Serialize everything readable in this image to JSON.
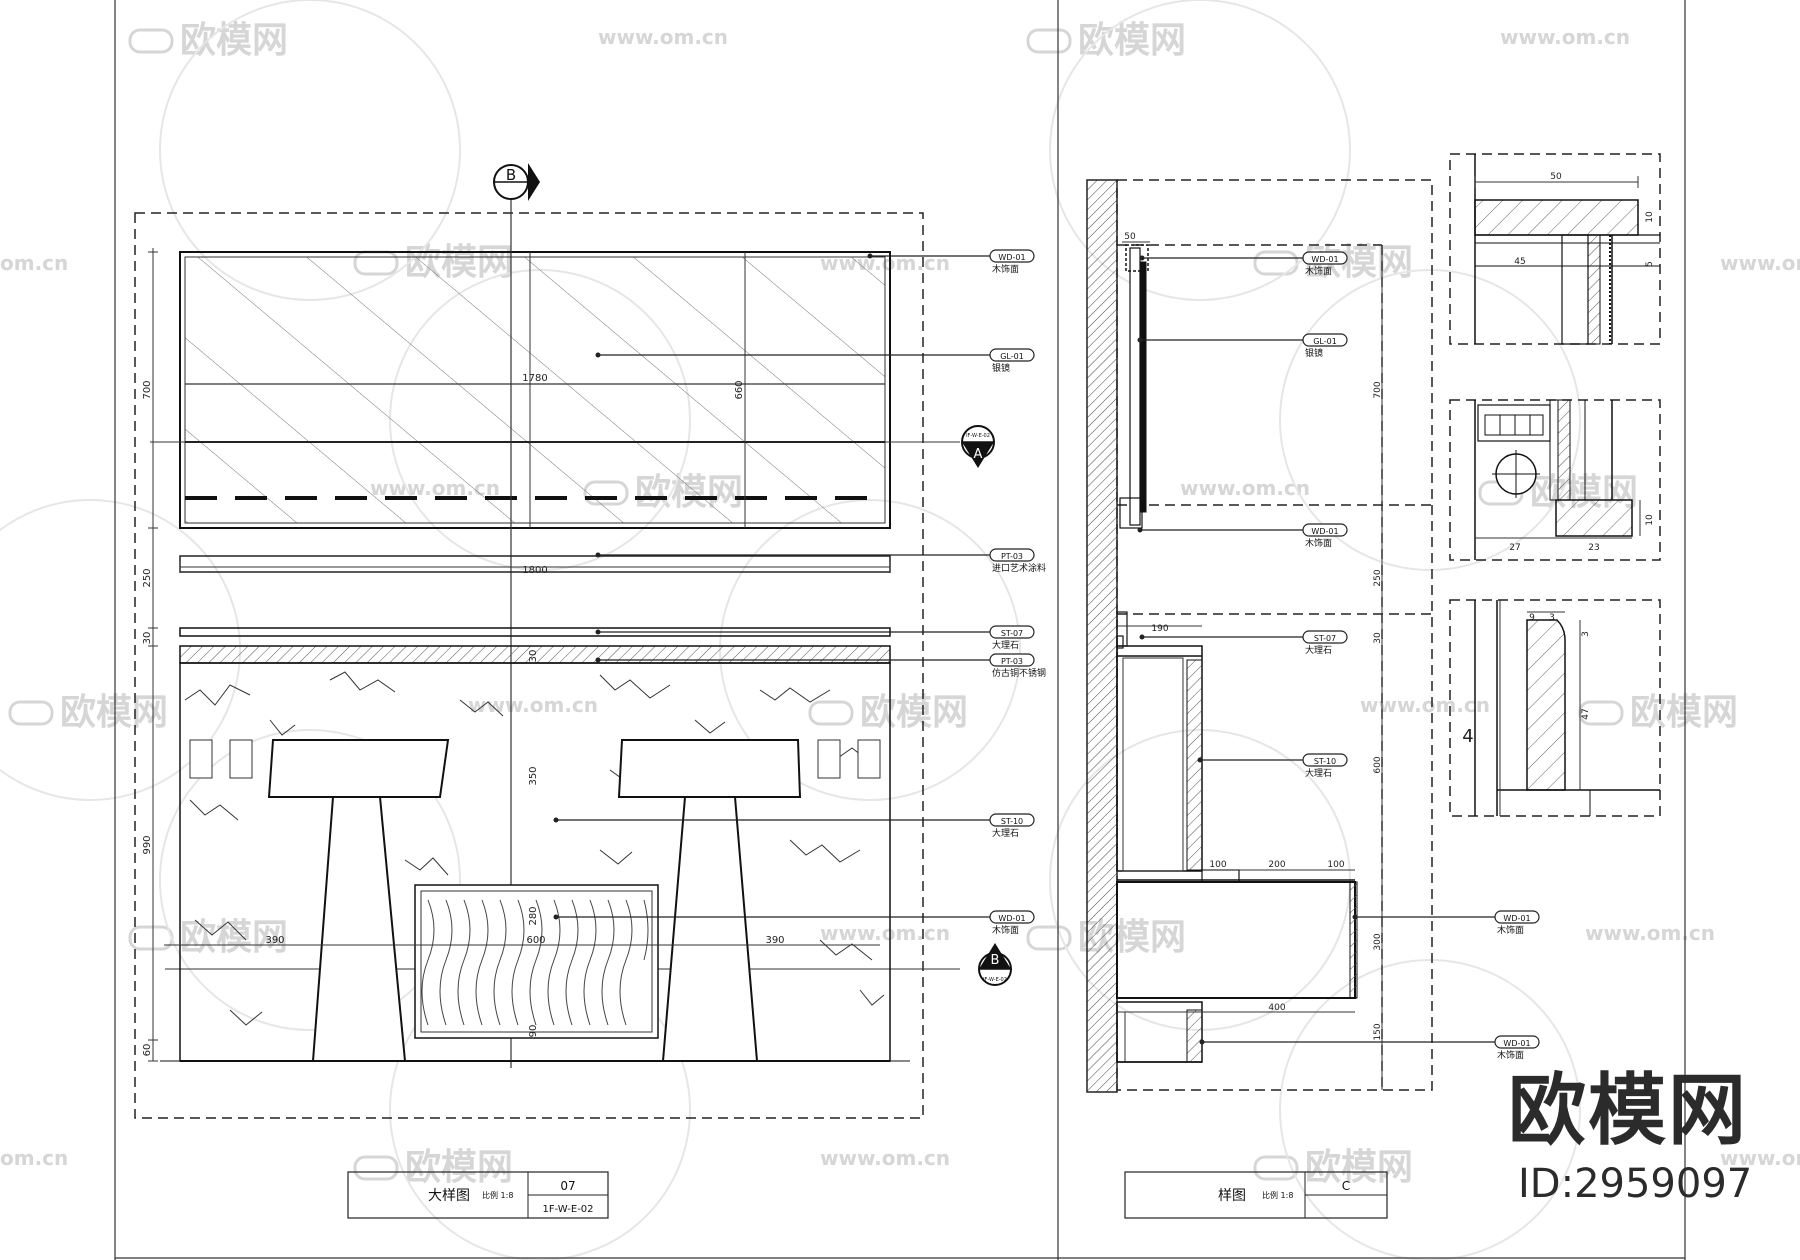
{
  "watermark": {
    "logo_text": "欧模网",
    "url_text": "www.om.cn",
    "url_cut": "om.cn"
  },
  "brand": {
    "name": "欧模网",
    "id": "ID:2959097"
  },
  "left_drawing": {
    "section_markers": {
      "top": "B",
      "right": "A",
      "bottom": "B"
    },
    "marker_refs": {
      "right": "IF-W-E-02",
      "bottom": "IF-W-E-02"
    },
    "dimensions": {
      "width_1780": "1780",
      "width_1800": "1800",
      "h_700": "700",
      "h_250": "250",
      "h_30": "30",
      "h_990": "990",
      "h_60": "60",
      "mirror_660": "660",
      "v_30": "30",
      "v_350": "350",
      "v_280": "280",
      "v_90": "90",
      "w_390_left": "390",
      "w_600": "600",
      "w_390_right": "390"
    },
    "callouts": [
      {
        "code": "WD-01",
        "label": "木饰面"
      },
      {
        "code": "GL-01",
        "label": "银镜"
      },
      {
        "code": "PT-03",
        "label": "进口艺术涂料"
      },
      {
        "code": "ST-07",
        "label": "大理石"
      },
      {
        "code": "PT-03",
        "label": "仿古铜不锈钢"
      },
      {
        "code": "ST-10",
        "label": "大理石"
      },
      {
        "code": "WD-01",
        "label": "木饰面"
      }
    ],
    "title_block": {
      "title": "大样图",
      "scale": "比例 1:8",
      "number": "07",
      "sheet_ref": "1F-W-E-02"
    }
  },
  "right_drawing": {
    "dimensions": {
      "top_50": "50",
      "h_700": "700",
      "h_250": "250",
      "w_190": "190",
      "h_30": "30",
      "h_600": "600",
      "w_100_a": "100",
      "w_200": "200",
      "w_100_b": "100",
      "h_300": "300",
      "w_400": "400",
      "h_150": "150"
    },
    "callouts": [
      {
        "code": "WD-01",
        "label": "木饰面"
      },
      {
        "code": "GL-01",
        "label": "银镜"
      },
      {
        "code": "WD-01",
        "label": "木饰面"
      },
      {
        "code": "ST-07",
        "label": "大理石"
      },
      {
        "code": "ST-10",
        "label": "大理石"
      },
      {
        "code": "WD-01",
        "label": "木饰面"
      },
      {
        "code": "WD-01",
        "label": "木饰面"
      }
    ],
    "title_block": {
      "title": "样图",
      "scale": "比例 1:8",
      "number": "C"
    }
  },
  "details": {
    "d1": {
      "w_50": "50",
      "w_45": "45",
      "h_10": "10",
      "h_5": "5"
    },
    "d2": {
      "w_27": "27",
      "w_23": "23",
      "h_10": "10"
    },
    "d3": {
      "w_9": "9",
      "w_3": "3",
      "h_3": "3",
      "h_47": "47",
      "mark": "4"
    }
  }
}
